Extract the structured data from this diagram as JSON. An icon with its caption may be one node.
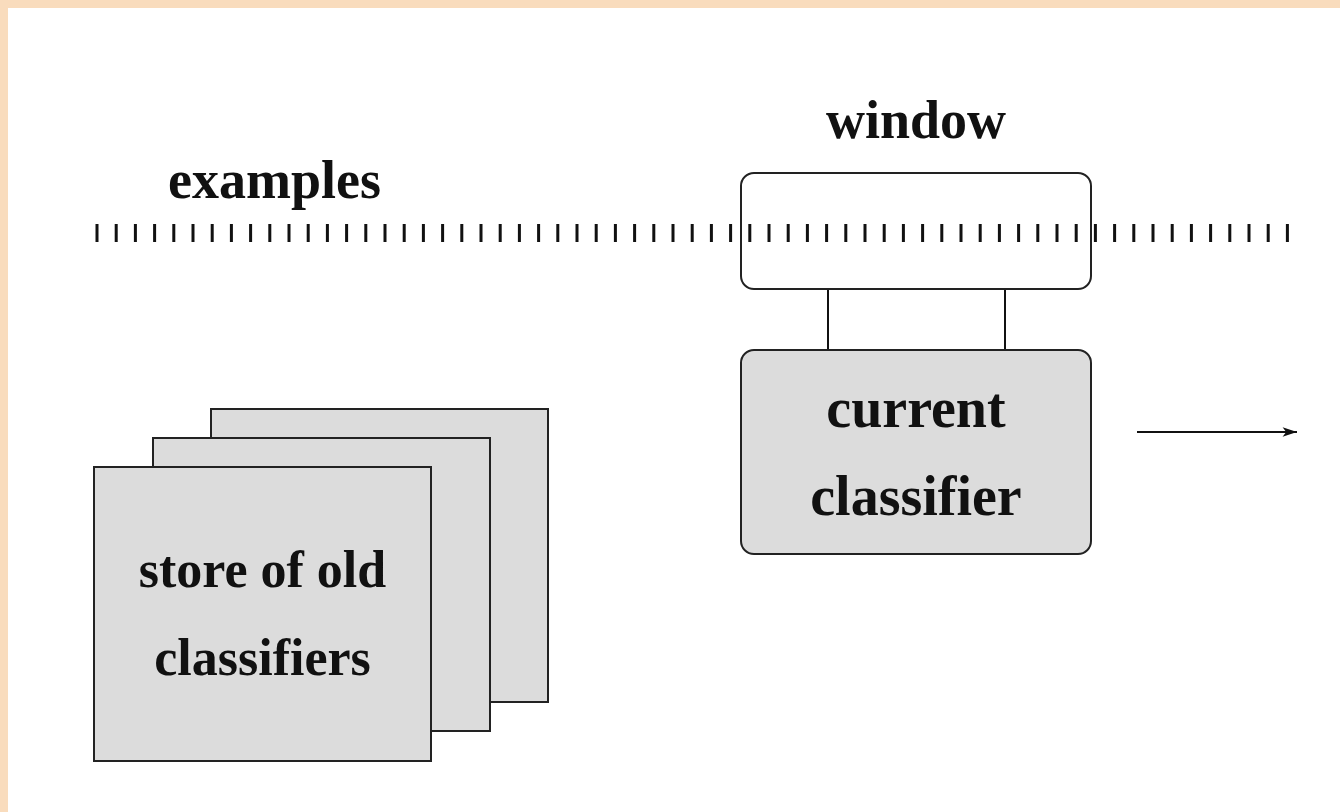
{
  "diagram": {
    "nodes": [
      {
        "text": [
          "window"
        ]
      },
      {
        "text": [
          "current classifier"
        ]
      },
      {
        "text": [
          "store of old classifiers"
        ]
      }
    ],
    "edges": [
      {
        "from": 0,
        "to": 1,
        "arrow": "none"
      },
      {
        "from": 0,
        "to": 1,
        "arrow": "none"
      },
      {
        "from": 1,
        "to": null,
        "arrow": "to"
      }
    ],
    "labels": [
      "examples"
    ]
  }
}
